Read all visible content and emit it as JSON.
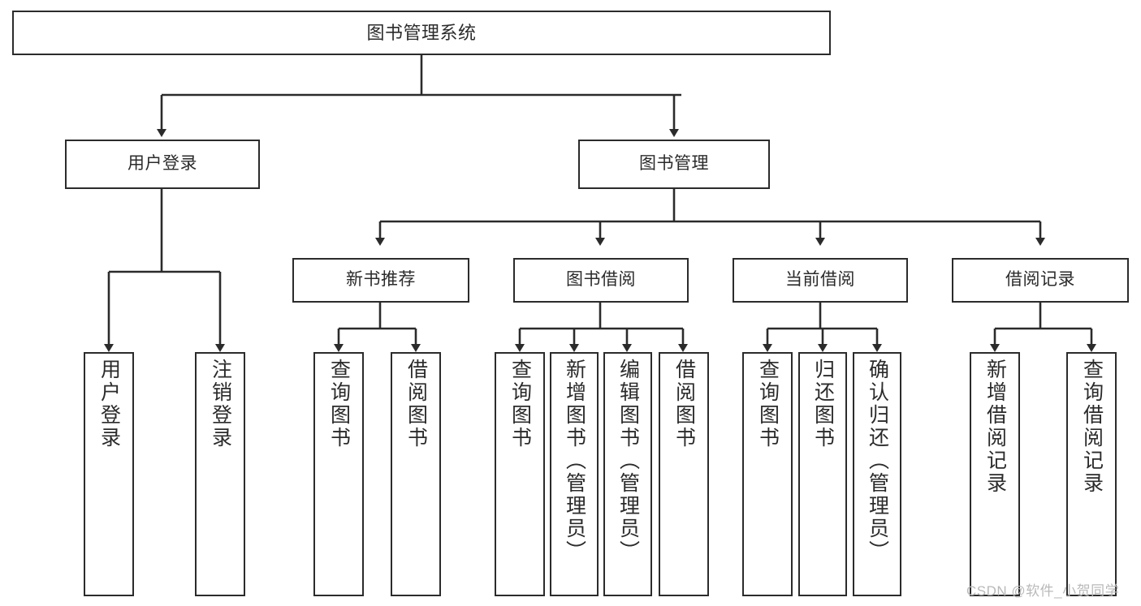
{
  "diagram": {
    "type": "tree-hierarchy",
    "title": "图书管理系统",
    "root": {
      "id": "root",
      "label": "图书管理系统"
    },
    "level1": [
      {
        "id": "user-login",
        "label": "用户登录"
      },
      {
        "id": "book-manage",
        "label": "图书管理"
      }
    ],
    "level2": [
      {
        "id": "new-book-recommend",
        "label": "新书推荐",
        "parent": "book-manage"
      },
      {
        "id": "book-borrow",
        "label": "图书借阅",
        "parent": "book-manage"
      },
      {
        "id": "current-borrow",
        "label": "当前借阅",
        "parent": "book-manage"
      },
      {
        "id": "borrow-record",
        "label": "借阅记录",
        "parent": "book-manage"
      }
    ],
    "leaves": {
      "user_login": [
        {
          "id": "leaf-user-login",
          "label": "用户登录"
        },
        {
          "id": "leaf-logout",
          "label": "注销登录"
        }
      ],
      "new_book_recommend": [
        {
          "id": "leaf-query-book-1",
          "label": "查询图书"
        },
        {
          "id": "leaf-borrow-book-1",
          "label": "借阅图书"
        }
      ],
      "book_borrow": [
        {
          "id": "leaf-query-book-2",
          "label": "查询图书"
        },
        {
          "id": "leaf-add-book",
          "label": "新增图书（管理员）"
        },
        {
          "id": "leaf-edit-book",
          "label": "编辑图书（管理员）"
        },
        {
          "id": "leaf-borrow-book-2",
          "label": "借阅图书"
        }
      ],
      "current_borrow": [
        {
          "id": "leaf-query-book-3",
          "label": "查询图书"
        },
        {
          "id": "leaf-return-book",
          "label": "归还图书"
        },
        {
          "id": "leaf-confirm-return",
          "label": "确认归还（管理员）"
        }
      ],
      "borrow_record": [
        {
          "id": "leaf-add-record",
          "label": "新增借阅记录"
        },
        {
          "id": "leaf-query-record",
          "label": "查询借阅记录"
        }
      ]
    },
    "colors": {
      "stroke": "#2b2b2b",
      "text": "#2b2b2b",
      "background": "#ffffff",
      "watermark": "#b9b9b9"
    }
  },
  "watermark": {
    "text": "CSDN @软件_小贺同学"
  }
}
